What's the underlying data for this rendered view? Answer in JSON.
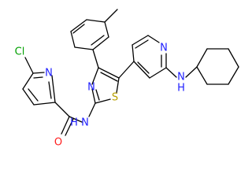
{
  "structure": {
    "atoms": [
      {
        "id": "cl",
        "text": "Cl",
        "color": "#00a000"
      },
      {
        "id": "n_chloropyridine",
        "text": "N",
        "color": "#2020ff"
      },
      {
        "id": "o_carbonyl",
        "text": "O",
        "color": "#ff2020"
      },
      {
        "id": "nh_amide",
        "text": "N",
        "color": "#2020ff"
      },
      {
        "id": "h_amide",
        "text": "H",
        "color": "#2020ff"
      },
      {
        "id": "n_thiazole",
        "text": "N",
        "color": "#2020ff"
      },
      {
        "id": "s_thiazole",
        "text": "S",
        "color": "#b8a000"
      },
      {
        "id": "n_pyridine",
        "text": "N",
        "color": "#2020ff"
      },
      {
        "id": "n_amine",
        "text": "N",
        "color": "#2020ff"
      },
      {
        "id": "h_amine",
        "text": "H",
        "color": "#2020ff"
      }
    ]
  }
}
